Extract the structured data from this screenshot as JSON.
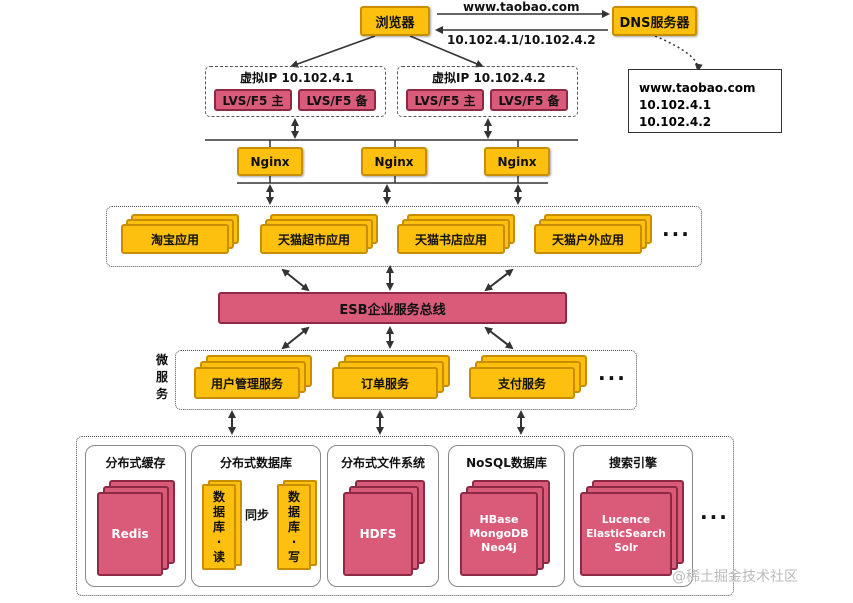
{
  "browser": "浏览器",
  "dns_server": "DNS服务器",
  "dns_query": "www.taobao.com",
  "dns_reply": "10.102.4.1/10.102.4.2",
  "dns_result": {
    "domain": "www.taobao.com",
    "ip1": "10.102.4.1",
    "ip2": "10.102.4.2"
  },
  "vip1": {
    "title": "虚拟IP 10.102.4.1",
    "master": "LVS/F5 主",
    "backup": "LVS/F5 备"
  },
  "vip2": {
    "title": "虚拟IP 10.102.4.2",
    "master": "LVS/F5 主",
    "backup": "LVS/F5 备"
  },
  "nginx": [
    "Nginx",
    "Nginx",
    "Nginx"
  ],
  "apps": [
    "淘宝应用",
    "天猫超市应用",
    "天猫书店应用",
    "天猫户外应用"
  ],
  "ellipsis": "···",
  "esb": "ESB企业服务总线",
  "microservices_label": "微服务",
  "microservices_label_chars": [
    "微",
    "服",
    "务"
  ],
  "services": [
    "用户管理服务",
    "订单服务",
    "支付服务"
  ],
  "storage": {
    "cache": {
      "title": "分布式缓存",
      "item": "Redis"
    },
    "database": {
      "title": "分布式数据库",
      "read": "数据库·读",
      "read_chars": [
        "数",
        "据",
        "库",
        "·",
        "读"
      ],
      "sync": "同步",
      "write": "数据库·写",
      "write_chars": [
        "数",
        "据",
        "库",
        "·",
        "写"
      ]
    },
    "fs": {
      "title": "分布式文件系统",
      "item": "HDFS"
    },
    "nosql": {
      "title": "NoSQL数据库",
      "items": [
        "HBase",
        "MongoDB",
        "Neo4j"
      ]
    },
    "search": {
      "title": "搜索引擎",
      "items": [
        "Lucence",
        "ElasticSearch",
        "Solr"
      ]
    }
  },
  "watermark": "@稀土掘金技术社区",
  "colors": {
    "yellow": "#fdc00f",
    "pink": "#d95a79",
    "border_yellow": "#c98e00",
    "border_pink": "#8c2a45"
  }
}
